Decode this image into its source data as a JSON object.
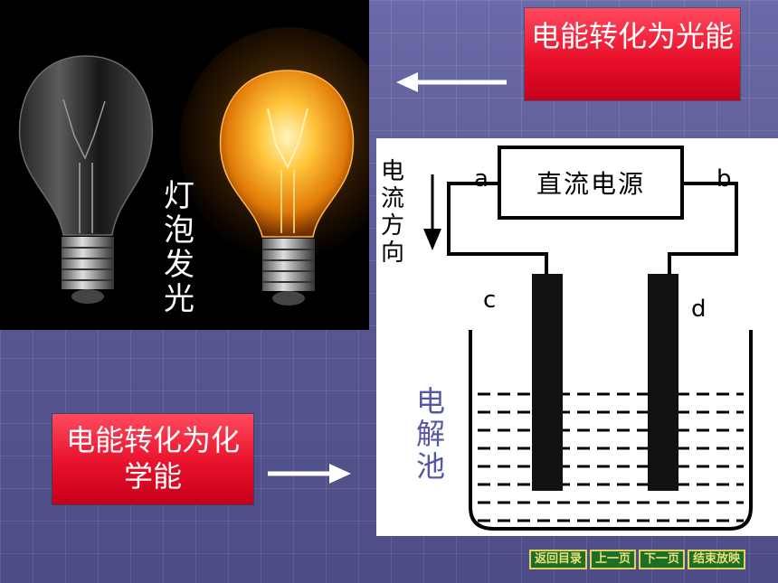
{
  "photo": {
    "label": "灯泡发光"
  },
  "box_light": {
    "text": "电能转化为光能"
  },
  "box_chem": {
    "text": "电能转化为化学能"
  },
  "diagram": {
    "power_label": "直流电源",
    "terminal_a": "a",
    "terminal_b": "b",
    "electrode_c": "c",
    "electrode_d": "d",
    "current_direction": "电流方向"
  },
  "cell_label": "电解池",
  "nav": {
    "back": "返回目录",
    "prev": "上一页",
    "next": "下一页",
    "end": "结束放映"
  }
}
